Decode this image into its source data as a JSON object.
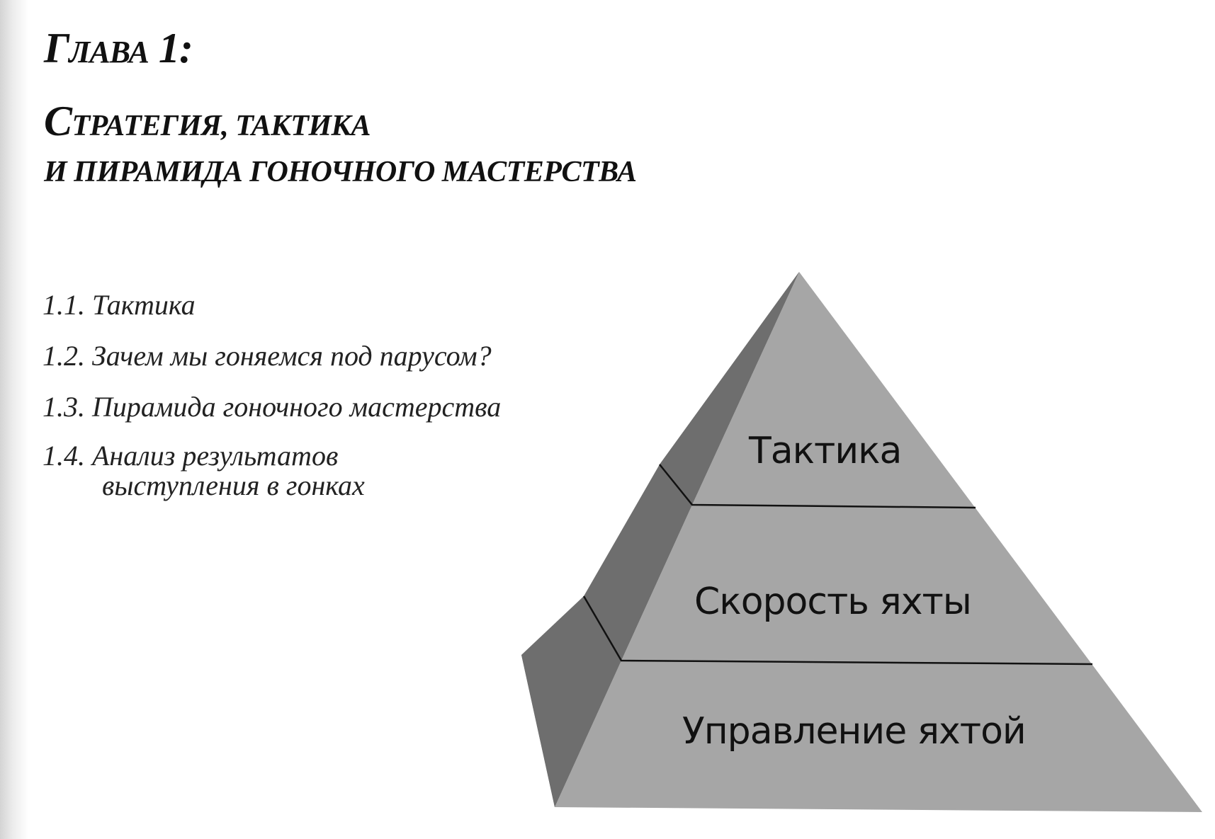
{
  "chapter": {
    "label_first": "Г",
    "label_rest": "ЛАВА",
    "number": "1:",
    "subtitle_line1_first": "С",
    "subtitle_line1_rest": "ТРАТЕГИЯ, ТАКТИКА",
    "subtitle_line2": "И ПИРАМИДА ГОНОЧНОГО МАСТЕРСТВА"
  },
  "toc": [
    {
      "number": "1.1.",
      "title": "Тактика"
    },
    {
      "number": "1.2.",
      "title": "Зачем мы гоняемся под парусом?"
    },
    {
      "number": "1.3.",
      "title": "Пирамида гоночного мастерства"
    },
    {
      "number": "1.4.",
      "title": "Анализ результатов",
      "title_cont": "выступления в гонках"
    }
  ],
  "pyramid": {
    "levels": [
      {
        "label": "Тактика"
      },
      {
        "label": "Скорость яхты"
      },
      {
        "label": "Управление яхтой"
      }
    ],
    "colors": {
      "front": "#a6a6a6",
      "side": "#6e6e6e",
      "divider": "#111111"
    }
  }
}
